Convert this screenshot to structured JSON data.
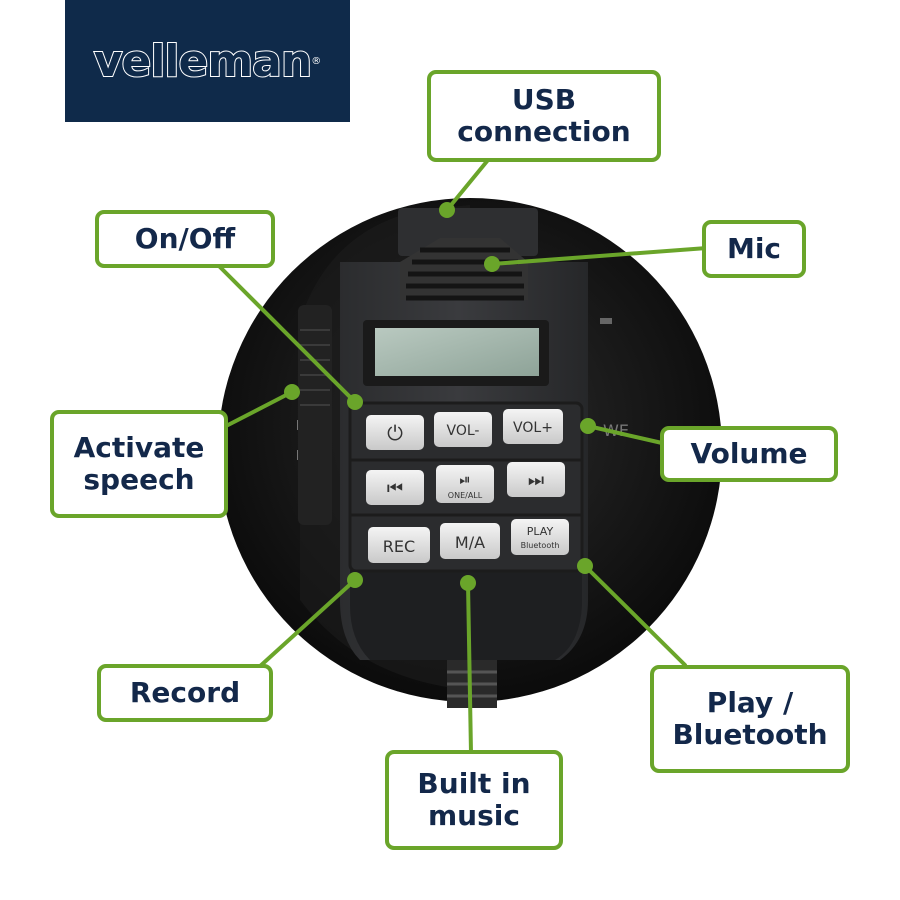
{
  "brand": {
    "name": "velleman"
  },
  "colors": {
    "accent": "#6aa52a",
    "text": "#13284a",
    "brand_bg": "#0f2a4a"
  },
  "device": {
    "buttons": {
      "power_icon": "⏻",
      "vol_minus": "VOL-",
      "vol_plus": "VOL+",
      "prev_icon": "⏮",
      "play_pause_icon": "⏯",
      "play_pause_sub": "ONE/ALL",
      "next_icon": "⏭",
      "rec": "REC",
      "ma": "M/A",
      "play": "PLAY",
      "bluetooth_sub": "Bluetooth"
    }
  },
  "callouts": {
    "usb": "USB\nconnection",
    "onoff": "On/Off",
    "mic": "Mic",
    "speech": "Activate\nspeech",
    "volume": "Volume",
    "record": "Record",
    "builtin": "Built in\nmusic",
    "play_bt": "Play /\nBluetooth"
  }
}
